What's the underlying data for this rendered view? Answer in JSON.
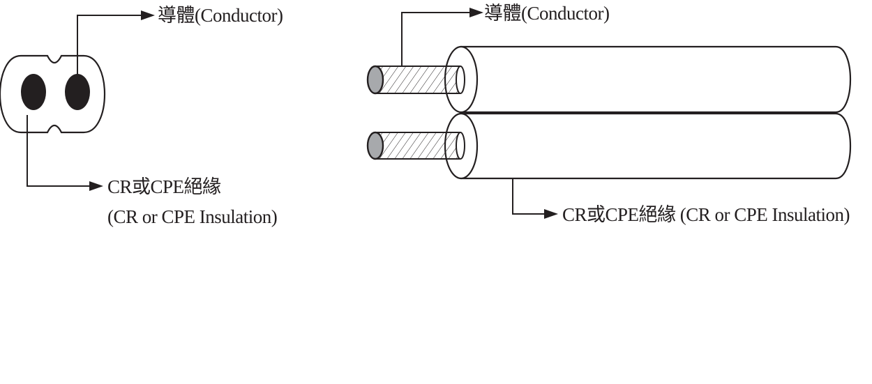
{
  "cross_section": {
    "conductor_label": "導體(Conductor)",
    "insulation_label_line1": "CR或CPE絕緣",
    "insulation_label_line2": "(CR or CPE Insulation)"
  },
  "side_view": {
    "conductor_label": "導體(Conductor)",
    "insulation_label": "CR或CPE絕緣 (CR or CPE Insulation)"
  },
  "colors": {
    "line": "#231f20",
    "conductor_fill": "#231f20",
    "conductor_end_fill": "#a7a9ac",
    "background": "#ffffff"
  }
}
